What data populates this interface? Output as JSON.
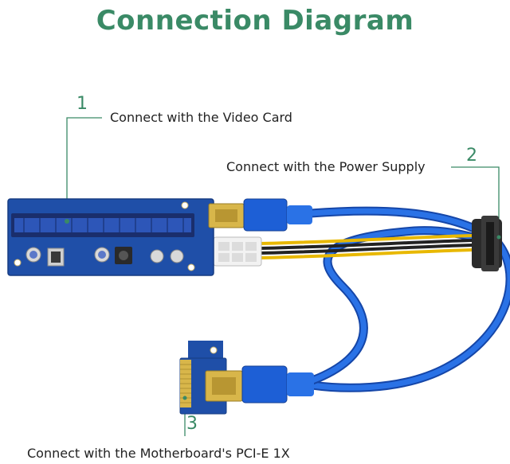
{
  "title": "Connection Diagram",
  "callouts": [
    {
      "number": "1",
      "text": "Connect with the Video Card"
    },
    {
      "number": "2",
      "text": "Connect with the Power Supply"
    },
    {
      "number": "3",
      "text": "Connect with the Motherboard's PCI-E 1X"
    }
  ],
  "colors": {
    "accent": "#3a8a66",
    "board": "#1f4fa8",
    "cable": "#1d5fd6",
    "gold": "#d8b64a",
    "power_wire": "#f2c200"
  }
}
